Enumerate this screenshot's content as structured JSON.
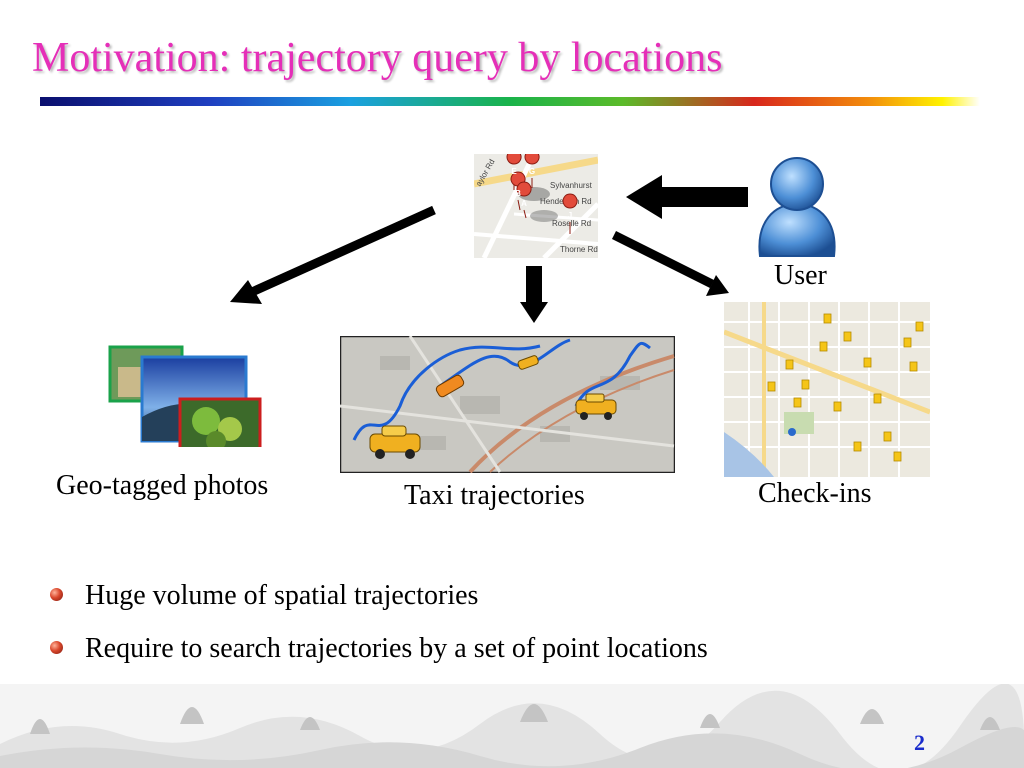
{
  "slide": {
    "title": "Motivation: trajectory query by locations",
    "page_number": "2"
  },
  "diagram": {
    "user_label": "User",
    "photos_label": "Geo-tagged photos",
    "taxi_label": "Taxi trajectories",
    "checkins_label": "Check-ins",
    "map_pin_letters": [
      "E",
      "G",
      "B",
      "A",
      "J"
    ],
    "map_street_labels": [
      "Sylvanhurst",
      "Henderson Rd",
      "Roselle Rd",
      "Thorne Rd",
      "aylor Rd"
    ]
  },
  "bullets": [
    "Huge volume of spatial trajectories",
    "Require to search trajectories by a set of point locations"
  ],
  "colors": {
    "title": "#e52fb8",
    "page_number": "#1a2ccc",
    "trajectory_line": "#1a5ed6"
  }
}
